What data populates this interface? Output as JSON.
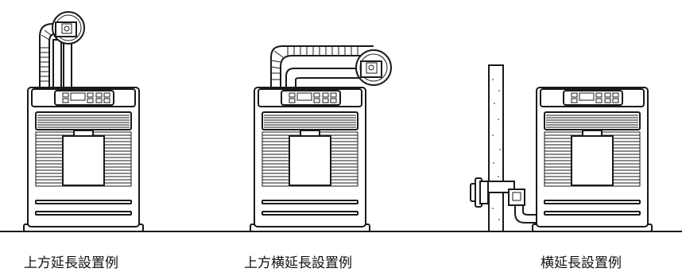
{
  "captions": {
    "top_extension": "上方延長設置例",
    "top_side_extension": "上方横延長設置例",
    "side_extension": "横延長設置例"
  },
  "colors": {
    "line": "#1a1a1a",
    "background": "#ffffff"
  },
  "icons": [
    "heater",
    "duct-pipe",
    "vent-fan",
    "wall"
  ]
}
